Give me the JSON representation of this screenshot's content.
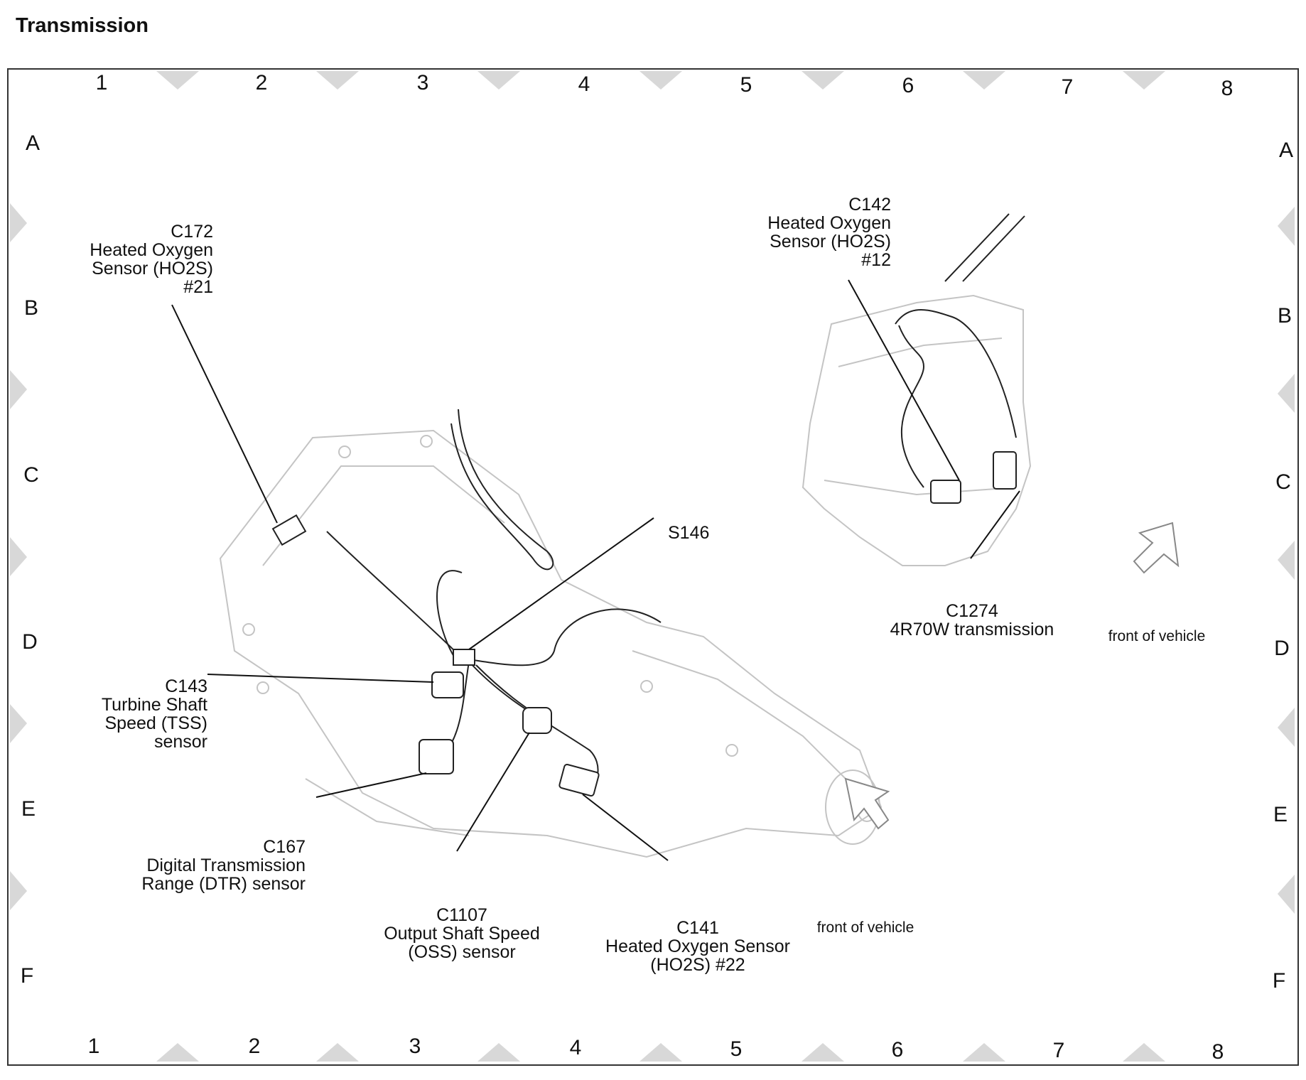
{
  "page_title": "Transmission",
  "grid": {
    "columns": [
      "1",
      "2",
      "3",
      "4",
      "5",
      "6",
      "7",
      "8"
    ],
    "rows": [
      "A",
      "B",
      "C",
      "D",
      "E",
      "F"
    ]
  },
  "labels": {
    "c172": [
      "C172",
      "Heated Oxygen",
      "Sensor (HO2S)",
      "#21"
    ],
    "c142": [
      "C142",
      "Heated Oxygen",
      "Sensor (HO2S)",
      "#12"
    ],
    "s146": [
      "S146"
    ],
    "c1274": [
      "C1274",
      "4R70W transmission"
    ],
    "c143": [
      "C143",
      "Turbine Shaft",
      "Speed (TSS)",
      "sensor"
    ],
    "c167": [
      "C167",
      "Digital Transmission",
      "Range (DTR) sensor"
    ],
    "c1107": [
      "C1107",
      "Output Shaft Speed",
      "(OSS) sensor"
    ],
    "c141": [
      "C141",
      "Heated Oxygen Sensor",
      "(HO2S) #22"
    ],
    "front_right": [
      "front of vehicle"
    ],
    "front_center": [
      "front of vehicle"
    ]
  }
}
